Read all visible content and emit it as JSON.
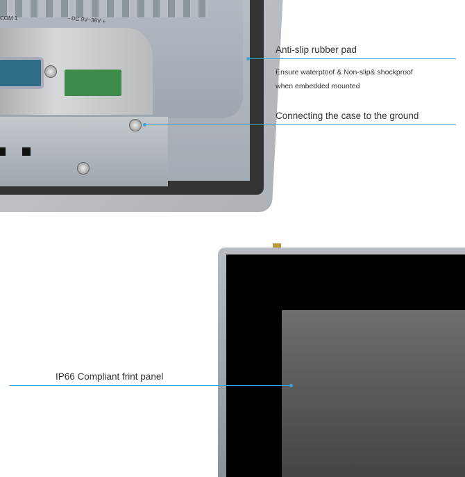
{
  "device_top": {
    "port_label_com": "COM 1",
    "port_label_power": "- DC 9V~36V +"
  },
  "callouts": [
    {
      "title": "Anti-slip rubber pad",
      "description_lines": [
        "Ensure waterptoof & Non-slip& shockproof",
        "when embedded mounted"
      ]
    },
    {
      "title": "Connecting the case to the ground"
    },
    {
      "title": "IP66 Compliant frint panel"
    }
  ],
  "colors": {
    "callout_line": "#3aa3d8",
    "text": "#333333",
    "terminal_block": "#3d8a4a"
  }
}
